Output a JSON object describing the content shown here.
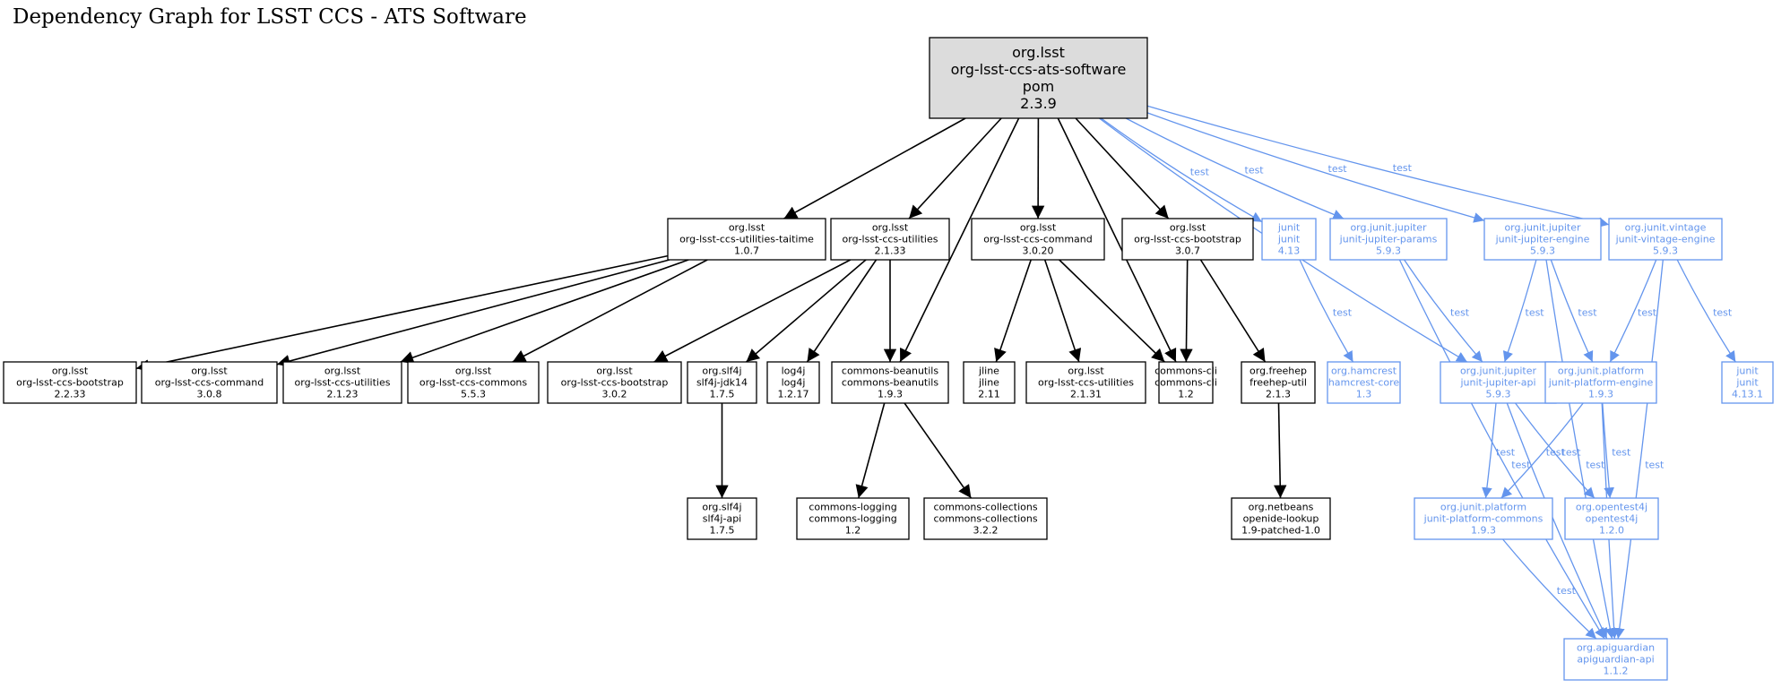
{
  "title": "Dependency Graph for LSST CCS - ATS Software",
  "colors": {
    "compile": "#000000",
    "test": "#6495ED",
    "root_fill": "#DCDCDC"
  },
  "edge_label_test": "test",
  "nodes": [
    {
      "id": "root",
      "lines": [
        "org.lsst",
        "org-lsst-ccs-ats-software",
        "pom",
        "2.3.9"
      ],
      "kind": "root"
    },
    {
      "id": "taitime",
      "lines": [
        "org.lsst",
        "org-lsst-ccs-utilities-taitime",
        "1.0.7"
      ],
      "kind": "compile"
    },
    {
      "id": "util2133",
      "lines": [
        "org.lsst",
        "org-lsst-ccs-utilities",
        "2.1.33"
      ],
      "kind": "compile"
    },
    {
      "id": "cmd3020",
      "lines": [
        "org.lsst",
        "org-lsst-ccs-command",
        "3.0.20"
      ],
      "kind": "compile"
    },
    {
      "id": "boot307",
      "lines": [
        "org.lsst",
        "org-lsst-ccs-bootstrap",
        "3.0.7"
      ],
      "kind": "compile"
    },
    {
      "id": "junit413",
      "lines": [
        "junit",
        "junit",
        "4.13"
      ],
      "kind": "test"
    },
    {
      "id": "params",
      "lines": [
        "org.junit.jupiter",
        "junit-jupiter-params",
        "5.9.3"
      ],
      "kind": "test"
    },
    {
      "id": "jengine",
      "lines": [
        "org.junit.jupiter",
        "junit-jupiter-engine",
        "5.9.3"
      ],
      "kind": "test"
    },
    {
      "id": "vintage",
      "lines": [
        "org.junit.vintage",
        "junit-vintage-engine",
        "5.9.3"
      ],
      "kind": "test"
    },
    {
      "id": "boot2233",
      "lines": [
        "org.lsst",
        "org-lsst-ccs-bootstrap",
        "2.2.33"
      ],
      "kind": "compile"
    },
    {
      "id": "cmd308",
      "lines": [
        "org.lsst",
        "org-lsst-ccs-command",
        "3.0.8"
      ],
      "kind": "compile"
    },
    {
      "id": "util2123",
      "lines": [
        "org.lsst",
        "org-lsst-ccs-utilities",
        "2.1.23"
      ],
      "kind": "compile"
    },
    {
      "id": "commons553",
      "lines": [
        "org.lsst",
        "org-lsst-ccs-commons",
        "5.5.3"
      ],
      "kind": "compile"
    },
    {
      "id": "boot302",
      "lines": [
        "org.lsst",
        "org-lsst-ccs-bootstrap",
        "3.0.2"
      ],
      "kind": "compile"
    },
    {
      "id": "slf4jjdk",
      "lines": [
        "org.slf4j",
        "slf4j-jdk14",
        "1.7.5"
      ],
      "kind": "compile"
    },
    {
      "id": "log4j",
      "lines": [
        "log4j",
        "log4j",
        "1.2.17"
      ],
      "kind": "compile"
    },
    {
      "id": "beanutils",
      "lines": [
        "commons-beanutils",
        "commons-beanutils",
        "1.9.3"
      ],
      "kind": "compile"
    },
    {
      "id": "jline",
      "lines": [
        "jline",
        "jline",
        "2.11"
      ],
      "kind": "compile"
    },
    {
      "id": "util2131",
      "lines": [
        "org.lsst",
        "org-lsst-ccs-utilities",
        "2.1.31"
      ],
      "kind": "compile"
    },
    {
      "id": "cli",
      "lines": [
        "commons-cli",
        "commons-cli",
        "1.2"
      ],
      "kind": "compile"
    },
    {
      "id": "freehep",
      "lines": [
        "org.freehep",
        "freehep-util",
        "2.1.3"
      ],
      "kind": "compile"
    },
    {
      "id": "hamcrest",
      "lines": [
        "org.hamcrest",
        "hamcrest-core",
        "1.3"
      ],
      "kind": "test"
    },
    {
      "id": "japi",
      "lines": [
        "org.junit.jupiter",
        "junit-jupiter-api",
        "5.9.3"
      ],
      "kind": "test"
    },
    {
      "id": "pengine",
      "lines": [
        "org.junit.platform",
        "junit-platform-engine",
        "1.9.3"
      ],
      "kind": "test"
    },
    {
      "id": "junit4131",
      "lines": [
        "junit",
        "junit",
        "4.13.1"
      ],
      "kind": "test"
    },
    {
      "id": "slf4japi",
      "lines": [
        "org.slf4j",
        "slf4j-api",
        "1.7.5"
      ],
      "kind": "compile"
    },
    {
      "id": "logging",
      "lines": [
        "commons-logging",
        "commons-logging",
        "1.2"
      ],
      "kind": "compile"
    },
    {
      "id": "collections",
      "lines": [
        "commons-collections",
        "commons-collections",
        "3.2.2"
      ],
      "kind": "compile"
    },
    {
      "id": "openide",
      "lines": [
        "org.netbeans",
        "openide-lookup",
        "1.9-patched-1.0"
      ],
      "kind": "compile"
    },
    {
      "id": "pcommons",
      "lines": [
        "org.junit.platform",
        "junit-platform-commons",
        "1.9.3"
      ],
      "kind": "test"
    },
    {
      "id": "opentest",
      "lines": [
        "org.opentest4j",
        "opentest4j",
        "1.2.0"
      ],
      "kind": "test"
    },
    {
      "id": "apiguardian",
      "lines": [
        "org.apiguardian",
        "apiguardian-api",
        "1.1.2"
      ],
      "kind": "test"
    }
  ],
  "edges": [
    {
      "from": "root",
      "to": "taitime",
      "kind": "compile"
    },
    {
      "from": "root",
      "to": "util2133",
      "kind": "compile"
    },
    {
      "from": "root",
      "to": "beanutils",
      "kind": "compile"
    },
    {
      "from": "root",
      "to": "cmd3020",
      "kind": "compile"
    },
    {
      "from": "root",
      "to": "cli",
      "kind": "compile"
    },
    {
      "from": "root",
      "to": "boot307",
      "kind": "compile"
    },
    {
      "from": "root",
      "to": "junit413",
      "kind": "test",
      "label": true
    },
    {
      "from": "root",
      "to": "params",
      "kind": "test",
      "label": true
    },
    {
      "from": "root",
      "to": "japi",
      "kind": "test",
      "label": true
    },
    {
      "from": "root",
      "to": "jengine",
      "kind": "test",
      "label": true
    },
    {
      "from": "root",
      "to": "vintage",
      "kind": "test",
      "label": true
    },
    {
      "from": "taitime",
      "to": "boot2233",
      "kind": "compile"
    },
    {
      "from": "taitime",
      "to": "cmd308",
      "kind": "compile"
    },
    {
      "from": "taitime",
      "to": "util2123",
      "kind": "compile"
    },
    {
      "from": "taitime",
      "to": "commons553",
      "kind": "compile"
    },
    {
      "from": "util2133",
      "to": "boot302",
      "kind": "compile"
    },
    {
      "from": "util2133",
      "to": "slf4jjdk",
      "kind": "compile"
    },
    {
      "from": "util2133",
      "to": "log4j",
      "kind": "compile"
    },
    {
      "from": "util2133",
      "to": "beanutils",
      "kind": "compile"
    },
    {
      "from": "cmd3020",
      "to": "jline",
      "kind": "compile"
    },
    {
      "from": "cmd3020",
      "to": "util2131",
      "kind": "compile"
    },
    {
      "from": "cmd3020",
      "to": "cli",
      "kind": "compile"
    },
    {
      "from": "boot307",
      "to": "cli",
      "kind": "compile"
    },
    {
      "from": "boot307",
      "to": "freehep",
      "kind": "compile"
    },
    {
      "from": "slf4jjdk",
      "to": "slf4japi",
      "kind": "compile"
    },
    {
      "from": "beanutils",
      "to": "logging",
      "kind": "compile"
    },
    {
      "from": "beanutils",
      "to": "collections",
      "kind": "compile"
    },
    {
      "from": "freehep",
      "to": "openide",
      "kind": "compile"
    },
    {
      "from": "junit413",
      "to": "hamcrest",
      "kind": "test",
      "label": true
    },
    {
      "from": "params",
      "to": "japi",
      "kind": "test",
      "label": true
    },
    {
      "from": "params",
      "to": "apiguardian",
      "kind": "test",
      "label": true
    },
    {
      "from": "jengine",
      "to": "japi",
      "kind": "test",
      "label": true
    },
    {
      "from": "jengine",
      "to": "pengine",
      "kind": "test",
      "label": true
    },
    {
      "from": "jengine",
      "to": "apiguardian",
      "kind": "test",
      "label": true
    },
    {
      "from": "vintage",
      "to": "pengine",
      "kind": "test",
      "label": true
    },
    {
      "from": "vintage",
      "to": "junit4131",
      "kind": "test",
      "label": true
    },
    {
      "from": "vintage",
      "to": "apiguardian",
      "kind": "test",
      "label": true
    },
    {
      "from": "japi",
      "to": "pcommons",
      "kind": "test",
      "label": true
    },
    {
      "from": "japi",
      "to": "opentest",
      "kind": "test",
      "label": true
    },
    {
      "from": "japi",
      "to": "apiguardian",
      "kind": "test",
      "label": true
    },
    {
      "from": "pengine",
      "to": "pcommons",
      "kind": "test",
      "label": true
    },
    {
      "from": "pengine",
      "to": "opentest",
      "kind": "test",
      "label": true
    },
    {
      "from": "pengine",
      "to": "apiguardian",
      "kind": "test",
      "label": true
    },
    {
      "from": "pcommons",
      "to": "apiguardian",
      "kind": "test",
      "label": true
    }
  ]
}
